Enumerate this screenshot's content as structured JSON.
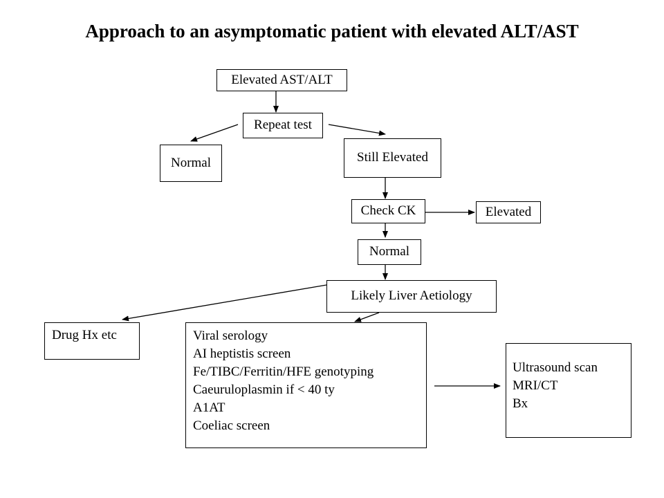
{
  "title": "Approach to an asymptomatic patient with elevated ALT/AST",
  "nodes": {
    "elevated_ast_alt": "Elevated AST/ALT",
    "repeat_test": "Repeat test",
    "normal_1": "Normal",
    "still_elevated": "Still Elevated",
    "check_ck": "Check CK",
    "elevated_ck": "Elevated",
    "normal_2": "Normal",
    "likely_liver": "Likely Liver Aetiology",
    "drug_hx": "Drug Hx etc",
    "investigations": [
      "Viral serology",
      "AI heptistis screen",
      "Fe/TIBC/Ferritin/HFE genotyping",
      "Caeuruloplasmin if < 40 ty",
      "A1AT",
      "Coeliac screen"
    ],
    "imaging": [
      "Ultrasound scan",
      "MRI/CT",
      "Bx"
    ]
  }
}
